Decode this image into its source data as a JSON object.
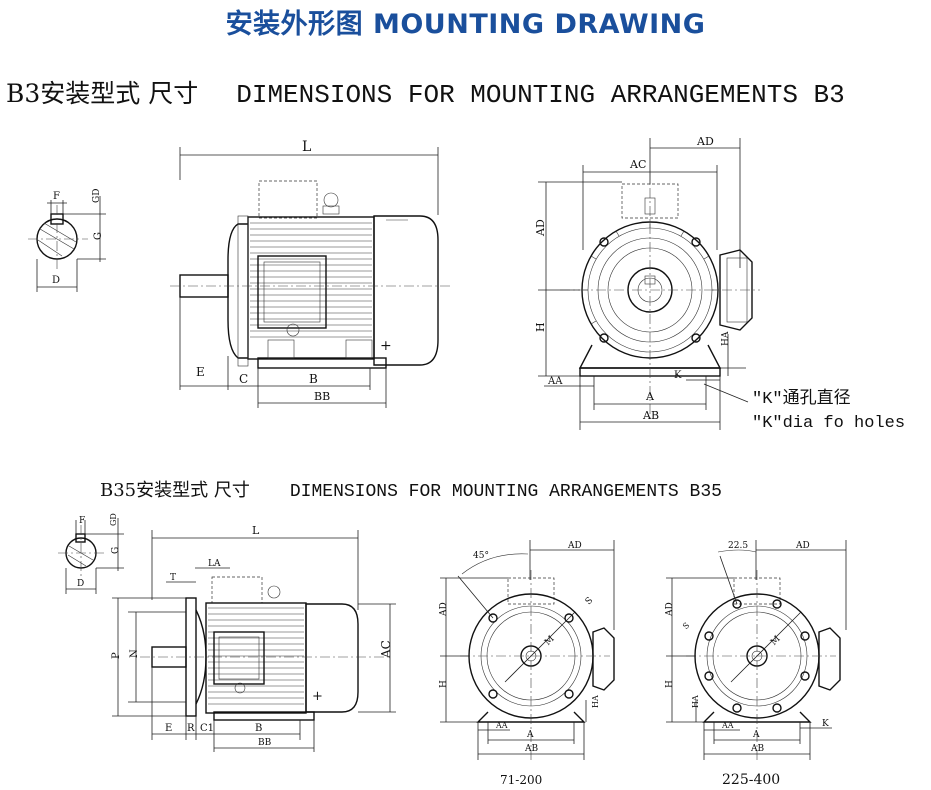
{
  "header": {
    "title": "安装外形图 MOUNTING DRAWING"
  },
  "b3": {
    "heading_cn": "B3安装型式 尺寸",
    "heading_en": "DIMENSIONS FOR MOUNTING ARRANGEMENTS B3",
    "labels": {
      "L": "L",
      "F": "F",
      "GD": "GD",
      "G": "G",
      "D": "D",
      "E": "E",
      "C": "C",
      "B": "B",
      "BB": "BB",
      "AD": "AD",
      "AC": "AC",
      "H": "H",
      "HA": "HA",
      "AA": "AA",
      "K": "K",
      "A": "A",
      "AB": "AB"
    },
    "note_cn": "\"K\"通孔直径",
    "note_en": "\"K\"dia fo holes"
  },
  "b35": {
    "heading_cn": "B35安装型式 尺寸",
    "heading_en": "DIMENSIONS FOR MOUNTING ARRANGEMENTS B35",
    "labels": {
      "L": "L",
      "F": "F",
      "GD": "GD",
      "G": "G",
      "D": "D",
      "LA": "LA",
      "T": "T",
      "P": "P",
      "N": "N",
      "AC": "AC",
      "E": "E",
      "R": "R",
      "C1": "C1",
      "B": "B",
      "BB": "BB",
      "AD": "AD",
      "H": "H",
      "HA": "HA",
      "AA": "AA",
      "A": "A",
      "AB": "AB",
      "K": "K",
      "S": "S",
      "M": "M",
      "angle1": "45°",
      "angle2": "22.5"
    },
    "range_1": "71-200",
    "range_2": "225-400"
  }
}
